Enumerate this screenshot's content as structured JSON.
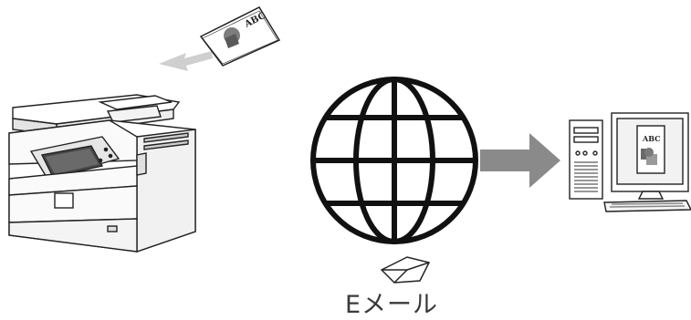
{
  "document": {
    "paper_text": "ABC",
    "screen_text": "ABC",
    "label": "Eメール"
  },
  "colors": {
    "line": "#222222",
    "arrow_gray": "#8a8a8a",
    "light_gray": "#cfcfcf"
  },
  "icons": [
    "scanned-document-icon",
    "mfp-printer-icon",
    "globe-icon",
    "email-envelope-icon",
    "computer-icon"
  ]
}
